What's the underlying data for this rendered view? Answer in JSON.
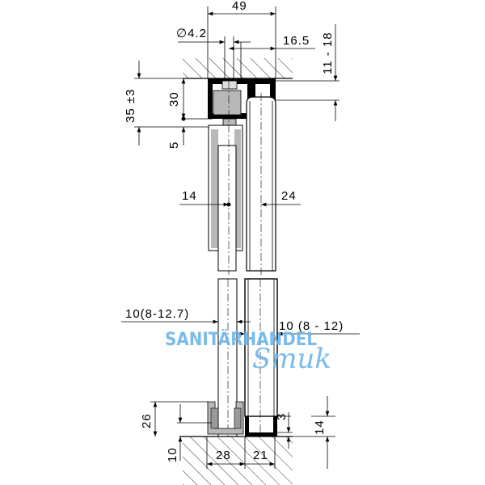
{
  "dimensions": {
    "width_total": "49",
    "pin_diameter": "∅4.2",
    "offset": "16.5",
    "ceiling_gap": "11 - 18",
    "height_total": "35 ±3",
    "rail_height": "30",
    "gap_5": "5",
    "door_left_center": "14",
    "door_right_center": "24",
    "glass_left": "10(8-12.7)",
    "glass_right": "10 (8 - 12)",
    "floor_guide_height": "26",
    "floor_recess": "10",
    "guide_width_left": "28",
    "guide_width_right": "21",
    "gap_3": "3",
    "profile_height": "14"
  },
  "watermark": {
    "line1": "SANITÄRHANDEL",
    "line2": "Smuk"
  },
  "colors": {
    "line": "#000000",
    "part_gray": "#b8b8b8",
    "watermark": "#6cb4e8"
  }
}
